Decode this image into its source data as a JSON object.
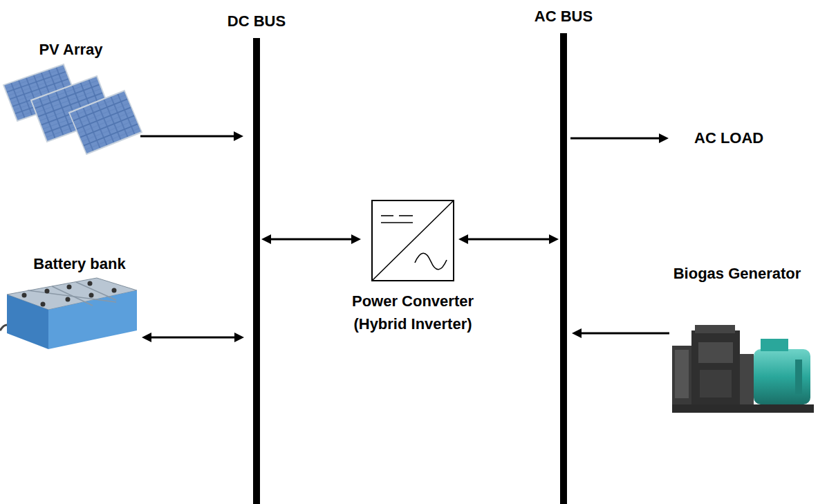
{
  "diagram": {
    "nodes": [
      {
        "text": [
          "PV Array"
        ]
      },
      {
        "text": [
          "DC BUS"
        ]
      },
      {
        "text": [
          "AC BUS"
        ]
      },
      {
        "text": [
          "AC LOAD"
        ]
      },
      {
        "text": [
          "Battery bank"
        ]
      },
      {
        "text": [
          "Power Converter (Hybrid Inverter)"
        ]
      },
      {
        "text": [
          "Biogas Generator"
        ]
      }
    ],
    "edges": [
      {
        "from": 0,
        "to": 1,
        "arrow": "to"
      },
      {
        "from": 4,
        "to": 1,
        "arrow": "both"
      },
      {
        "from": 1,
        "to": 5,
        "arrow": "both"
      },
      {
        "from": 5,
        "to": 2,
        "arrow": "both"
      },
      {
        "from": 2,
        "to": 3,
        "arrow": "to"
      },
      {
        "from": 6,
        "to": 2,
        "arrow": "to"
      }
    ]
  }
}
